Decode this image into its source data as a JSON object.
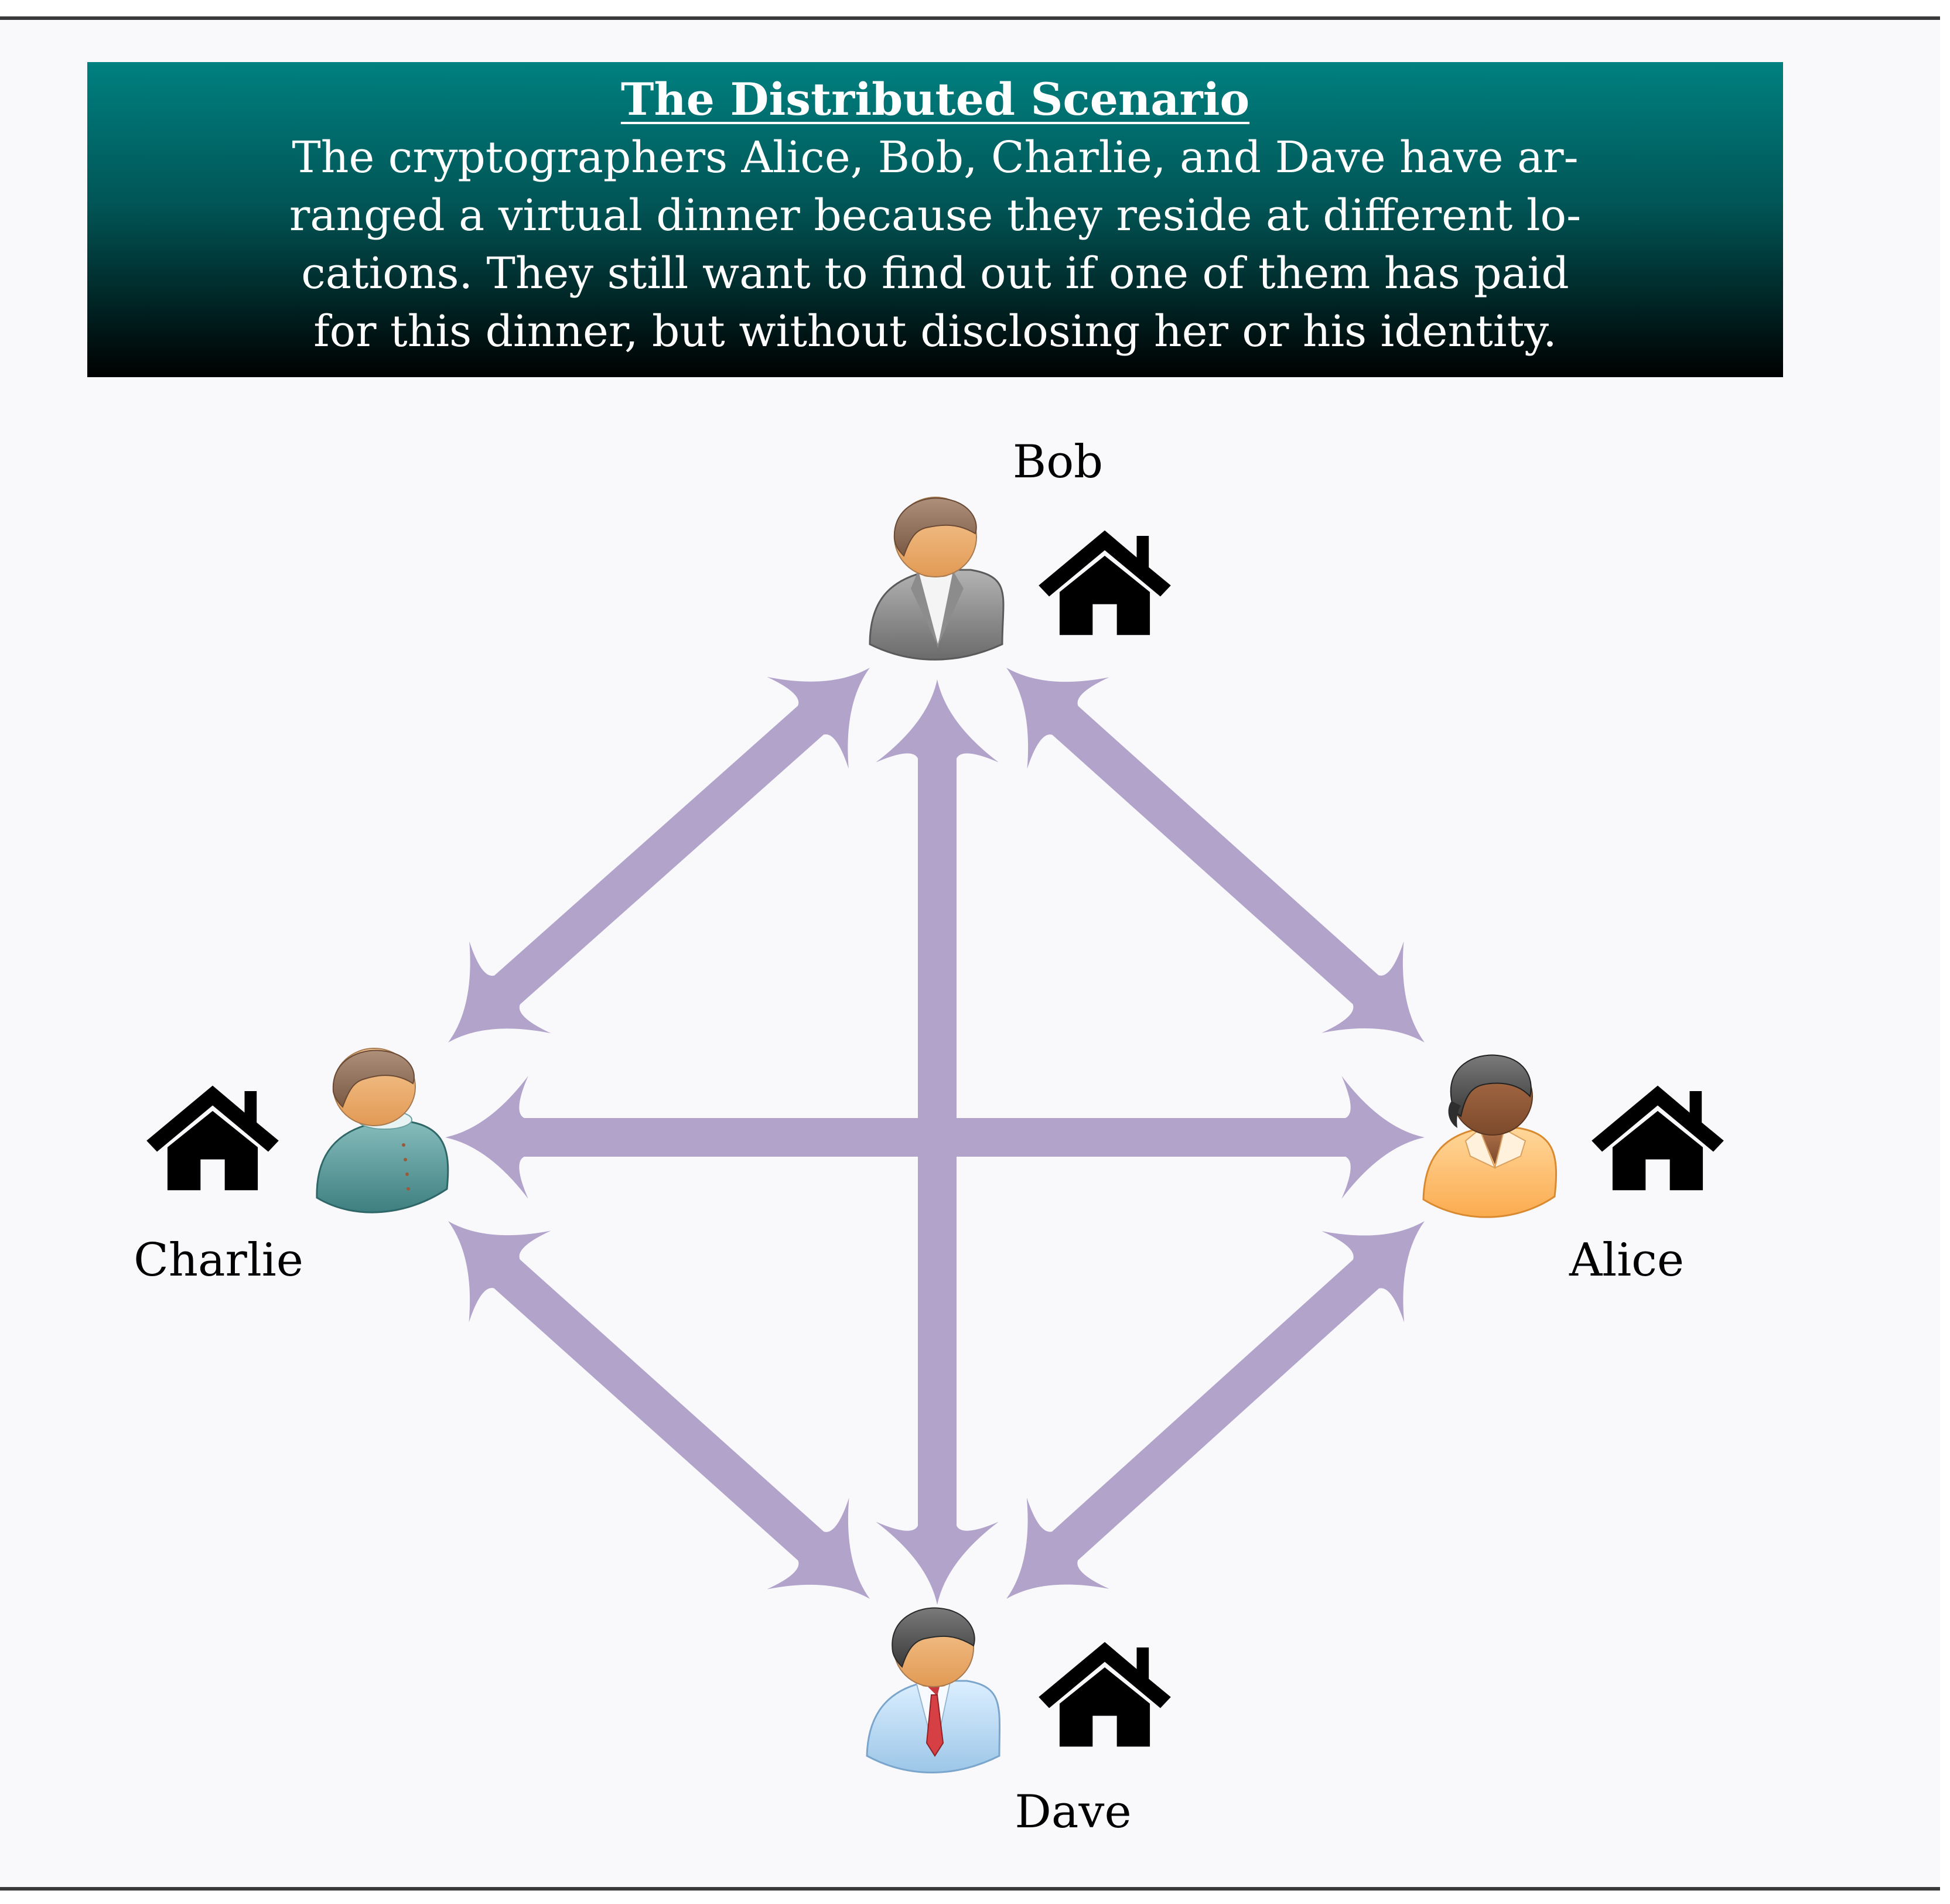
{
  "banner": {
    "title": "The Distributed Scenario",
    "lines": [
      "The cryptographers Alice, Bob, Charlie, and Dave have ar-",
      "ranged a virtual dinner because they reside at different lo-",
      "cations.  They still want to find out if one of them has paid",
      "for this dinner, but without disclosing her or his identity."
    ]
  },
  "participants": {
    "bob": {
      "name": "Bob",
      "icon": "man-gray-jacket-icon",
      "home_icon": "house-icon"
    },
    "charlie": {
      "name": "Charlie",
      "icon": "man-teal-shirt-icon",
      "home_icon": "house-icon"
    },
    "alice": {
      "name": "Alice",
      "icon": "woman-orange-blouse-icon",
      "home_icon": "house-icon"
    },
    "dave": {
      "name": "Dave",
      "icon": "man-blue-suit-red-tie-icon",
      "home_icon": "house-icon"
    }
  },
  "colors": {
    "banner_top": "#008080",
    "banner_bottom": "#000000",
    "arrow": "#b2a3cb",
    "background": "#f9f9fc"
  }
}
